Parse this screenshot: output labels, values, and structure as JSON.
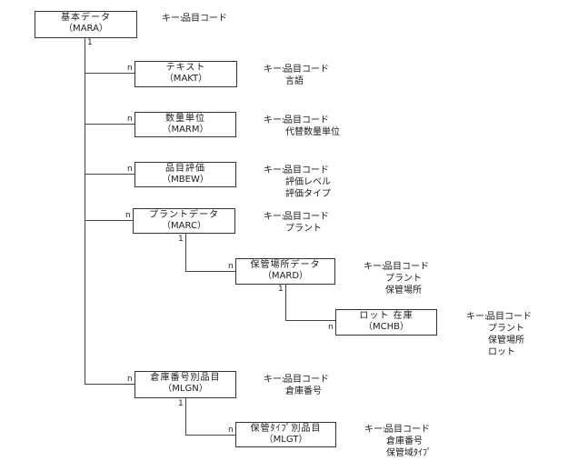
{
  "key_label": "キー:",
  "entities": [
    {
      "id": "mara",
      "title": "基本データ",
      "code": "（MARA）",
      "keys": [
        "品目コード"
      ]
    },
    {
      "id": "makt",
      "title": "テキスト",
      "code": "（MAKT）",
      "keys": [
        "品目コード",
        "言語"
      ],
      "card_parent": "1",
      "card_child": "n"
    },
    {
      "id": "marm",
      "title": "数量単位",
      "code": "（MARM）",
      "keys": [
        "品目コード",
        "代替数量単位"
      ],
      "card_child": "n"
    },
    {
      "id": "mbew",
      "title": "品目評価",
      "code": "（MBEW）",
      "keys": [
        "品目コード",
        "評価レベル",
        "評価タイプ"
      ],
      "card_child": "n"
    },
    {
      "id": "marc",
      "title": "プラントデータ",
      "code": "（MARC）",
      "keys": [
        "品目コード",
        "プラント"
      ],
      "card_child": "n",
      "card_parent": "1"
    },
    {
      "id": "mard",
      "title": "保管場所データ",
      "code": "（MARD）",
      "keys": [
        "品目コード",
        "プラント",
        "保管場所"
      ],
      "card_child": "n",
      "card_parent": "1"
    },
    {
      "id": "mchb",
      "title": "ロット 在庫",
      "code": "（MCHB）",
      "keys": [
        "品目コード",
        "プラント",
        "保管場所",
        "ロット"
      ],
      "card_child": "n"
    },
    {
      "id": "mlgn",
      "title": "倉庫番号別品目",
      "code": "（MLGN）",
      "keys": [
        "品目コード",
        "倉庫番号"
      ],
      "card_child": "n",
      "card_parent": "1"
    },
    {
      "id": "mlgt",
      "title": "保管ﾀｲﾌﾟ別品目",
      "code": "（MLGT）",
      "keys": [
        "品目コード",
        "倉庫番号",
        "保管域ﾀｲﾌﾟ"
      ],
      "card_child": "n"
    }
  ],
  "cardinality": {
    "one": "1",
    "many": "n"
  }
}
